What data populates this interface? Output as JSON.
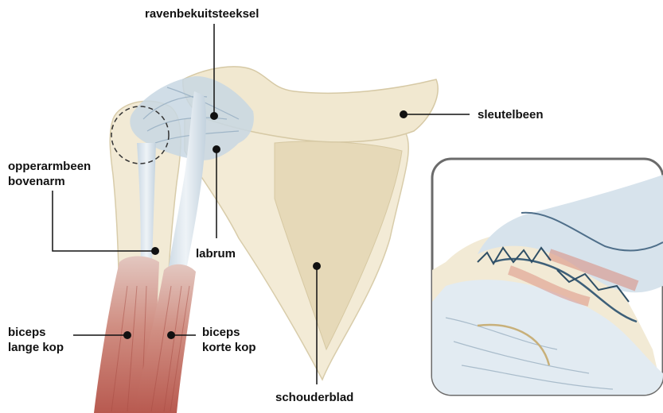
{
  "labels": {
    "coracoid": "ravenbekuitsteeksel",
    "clavicle": "sleutelbeen",
    "humerus": {
      "line1": "opperarmbeen",
      "line2": "bovenarm"
    },
    "labrum": "labrum",
    "biceps_long": {
      "line1": "biceps",
      "line2": "lange kop"
    },
    "biceps_short": {
      "line1": "biceps",
      "line2": "korte kop"
    },
    "scapula": "schouderblad"
  },
  "colors": {
    "bone": "#f2ead5",
    "bone_outline": "#d8ccaa",
    "muscle": "#c86a5e",
    "tendon": "#dbe5ec",
    "ligament": "#b9cad8",
    "tear_red": "#d98a7c",
    "leader_line": "#111111"
  },
  "icons": [
    "dashed-circle-highlight",
    "inset-zoom-panel"
  ]
}
